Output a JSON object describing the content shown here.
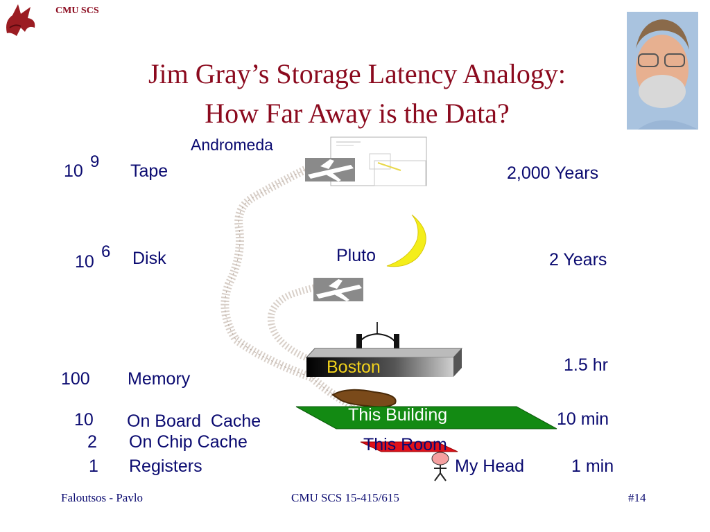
{
  "header": {
    "org": "CMU SCS"
  },
  "title": {
    "line1": "Jim Gray’s Storage Latency Analogy:",
    "line2": "How Far Away is the Data?"
  },
  "levels": {
    "tape": {
      "base": "10",
      "exp": "9",
      "label": "Tape",
      "analogy": "2,000 Years"
    },
    "disk": {
      "base": "10",
      "exp": "6",
      "label": "Disk",
      "analogy": "2 Years"
    },
    "memory": {
      "value": "100",
      "label": "Memory",
      "analogy": "1.5 hr"
    },
    "onboard": {
      "value": "10",
      "label": "On Board  Cache",
      "analogy": "10 min"
    },
    "onchip": {
      "value": "2",
      "label": "On Chip Cache"
    },
    "registers": {
      "value": "1",
      "label": "Registers",
      "analogy": "1 min"
    }
  },
  "places": {
    "andromeda": "Andromeda",
    "pluto": "Pluto",
    "boston": "Boston",
    "building": "This Building",
    "room": "This Room",
    "head": "My Head"
  },
  "footer": {
    "left": "Faloutsos - Pavlo",
    "center": "CMU SCS 15-415/615",
    "right": "#14"
  },
  "colors": {
    "title": "#8b0a1e",
    "text": "#0a0a70",
    "building": "#138a13",
    "room": "#e0101a",
    "boston_text": "#f2d21c",
    "moon": "#f4ee1a"
  }
}
